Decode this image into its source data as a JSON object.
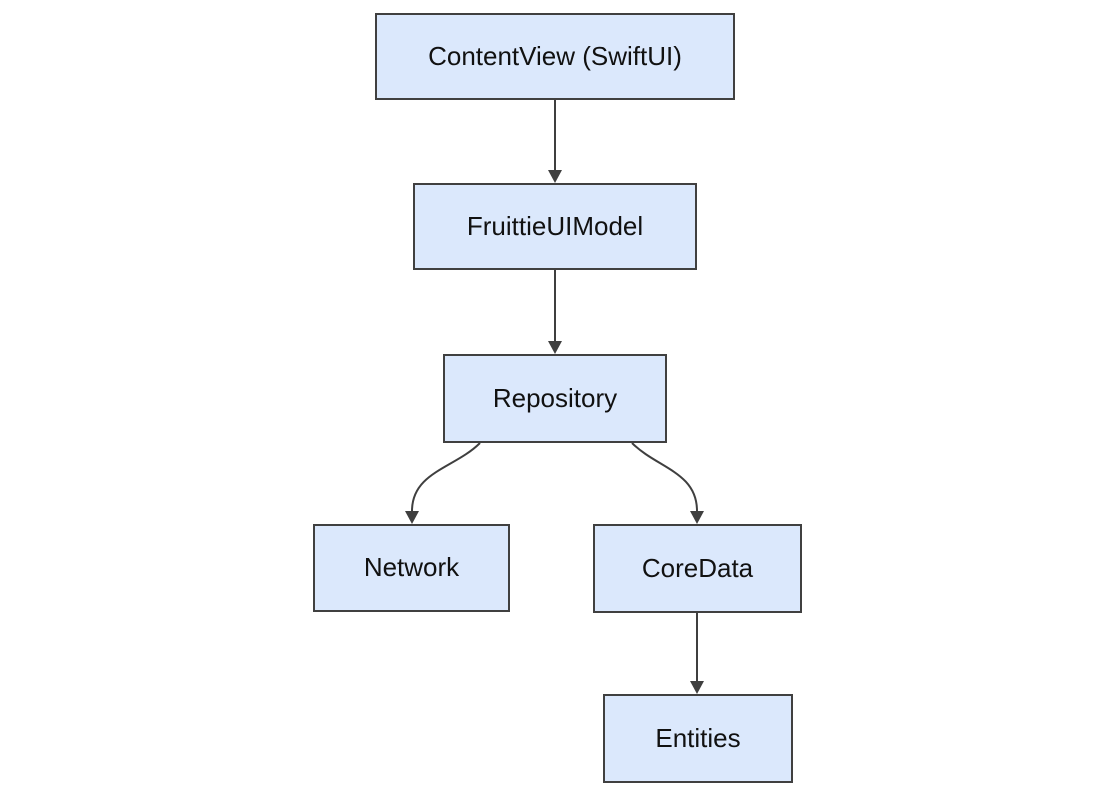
{
  "diagram": {
    "type": "flowchart",
    "direction": "top-down",
    "colors": {
      "bg": "#ffffff",
      "node-fill": "#dbe8fc",
      "node-border": "#404040",
      "edge-color": "#3f3f3f",
      "text-color": "#111111"
    },
    "nodes": [
      {
        "id": "contentview",
        "label": "ContentView (SwiftUI)"
      },
      {
        "id": "fruittieuimodel",
        "label": "FruittieUIModel"
      },
      {
        "id": "repository",
        "label": "Repository"
      },
      {
        "id": "network",
        "label": "Network"
      },
      {
        "id": "coredata",
        "label": "CoreData"
      },
      {
        "id": "entities",
        "label": "Entities"
      }
    ],
    "edges": [
      {
        "from": "contentview",
        "to": "fruittieuimodel",
        "style": "straight-arrow"
      },
      {
        "from": "fruittieuimodel",
        "to": "repository",
        "style": "straight-arrow"
      },
      {
        "from": "repository",
        "to": "network",
        "style": "curved-arrow"
      },
      {
        "from": "repository",
        "to": "coredata",
        "style": "curved-arrow"
      },
      {
        "from": "coredata",
        "to": "entities",
        "style": "straight-arrow"
      }
    ]
  }
}
